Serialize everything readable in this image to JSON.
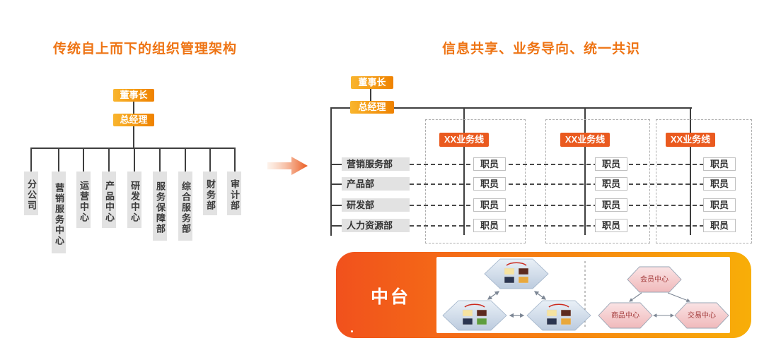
{
  "left_chart": {
    "title": "传统自上而下的组织管理架构",
    "chairman": "董事长",
    "general_manager": "总经理",
    "departments": [
      "分公司",
      "营销服务中心",
      "运营中心",
      "产品中心",
      "研发中心",
      "服务保障部",
      "综合服务部",
      "财务部",
      "审计部"
    ]
  },
  "right_chart": {
    "title": "信息共享、业务导向、统一共识",
    "chairman": "董事长",
    "general_manager": "总经理",
    "departments": [
      "营销服务部",
      "产品部",
      "研发部",
      "人力资源部"
    ],
    "business_lines": [
      "XX业务线",
      "XX业务线",
      "XX业务线"
    ],
    "staff_label": "职员"
  },
  "middle_platform": {
    "label": "中台",
    "centers": [
      "会员中心",
      "商品中心",
      "交易中心"
    ]
  },
  "colors": {
    "accent_orange": "#ee7414",
    "node_gradient_start": "#f9b52e",
    "node_gradient_end": "#ef8200",
    "business_line_box": "#ea5a1f",
    "band_gradient_start": "#f1511d",
    "band_gradient_end": "#f8ae08",
    "dept_box_bg": "#e2e2e2",
    "line_color": "#3f3f3f"
  }
}
